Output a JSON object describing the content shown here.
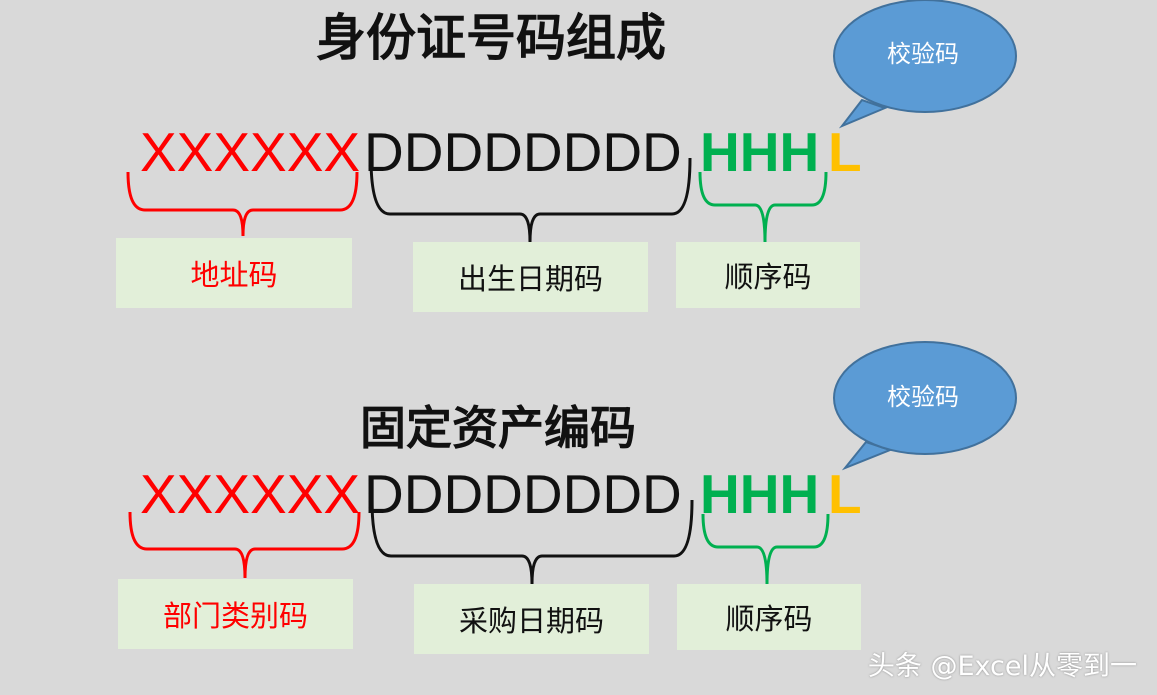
{
  "colors": {
    "background": "#d9d9d9",
    "red": "#ff0000",
    "black": "#111111",
    "green": "#00b050",
    "orange": "#ffc000",
    "bubble_fill": "#5b9bd5",
    "bubble_stroke": "#41719c",
    "label_box": "#e2efd9"
  },
  "id_card": {
    "title": "身份证号码组成",
    "bubble": "校验码",
    "code": {
      "x_part": "XXXXXX",
      "d_part": "DDDDDDDD",
      "h_part": "HHH",
      "l_part": "L"
    },
    "labels": {
      "address": "地址码",
      "birth": "出生日期码",
      "sequence": "顺序码"
    }
  },
  "fixed_asset": {
    "title": "固定资产编码",
    "bubble": "校验码",
    "code": {
      "x_part": "XXXXXX",
      "d_part": "DDDDDDDD",
      "h_part": "HHH",
      "l_part": "L"
    },
    "labels": {
      "category": "部门类别码",
      "purchase": "采购日期码",
      "sequence": "顺序码"
    }
  },
  "watermark": "头条 @Excel从零到一"
}
